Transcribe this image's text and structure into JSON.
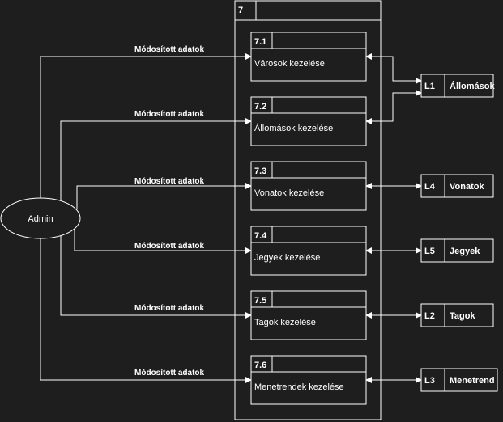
{
  "diagram": {
    "outer_process_id": "7",
    "external_entity": "Admin",
    "flow_label": "Módosított adatok",
    "processes": [
      {
        "id": "7.1",
        "name": "Városok kezelése"
      },
      {
        "id": "7.2",
        "name": "Állomások kezelése"
      },
      {
        "id": "7.3",
        "name": "Vonatok kezelése"
      },
      {
        "id": "7.4",
        "name": "Jegyek kezelése"
      },
      {
        "id": "7.5",
        "name": "Tagok kezelése"
      },
      {
        "id": "7.6",
        "name": "Menetrendek kezelése"
      }
    ],
    "stores": [
      {
        "id": "L1",
        "name": "Állomások"
      },
      {
        "id": "L4",
        "name": "Vonatok"
      },
      {
        "id": "L5",
        "name": "Jegyek"
      },
      {
        "id": "L2",
        "name": "Tagok"
      },
      {
        "id": "L3",
        "name": "Menetrend"
      }
    ]
  }
}
